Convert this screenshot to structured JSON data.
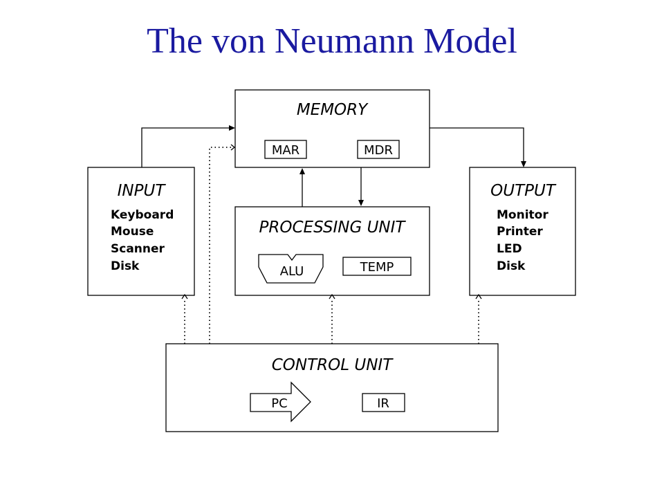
{
  "title": "The von Neumann Model",
  "memory": {
    "title": "MEMORY",
    "mar": "MAR",
    "mdr": "MDR"
  },
  "input": {
    "title": "INPUT",
    "items": [
      "Keyboard",
      "Mouse",
      "Scanner",
      "Disk"
    ]
  },
  "output": {
    "title": "OUTPUT",
    "items": [
      "Monitor",
      "Printer",
      "LED",
      "Disk"
    ]
  },
  "processing": {
    "title": "PROCESSING UNIT",
    "alu": "ALU",
    "temp": "TEMP"
  },
  "control": {
    "title": "CONTROL UNIT",
    "pc": "PC",
    "ir": "IR"
  },
  "colors": {
    "title": "#1a1aa0",
    "lines": "#000000"
  }
}
